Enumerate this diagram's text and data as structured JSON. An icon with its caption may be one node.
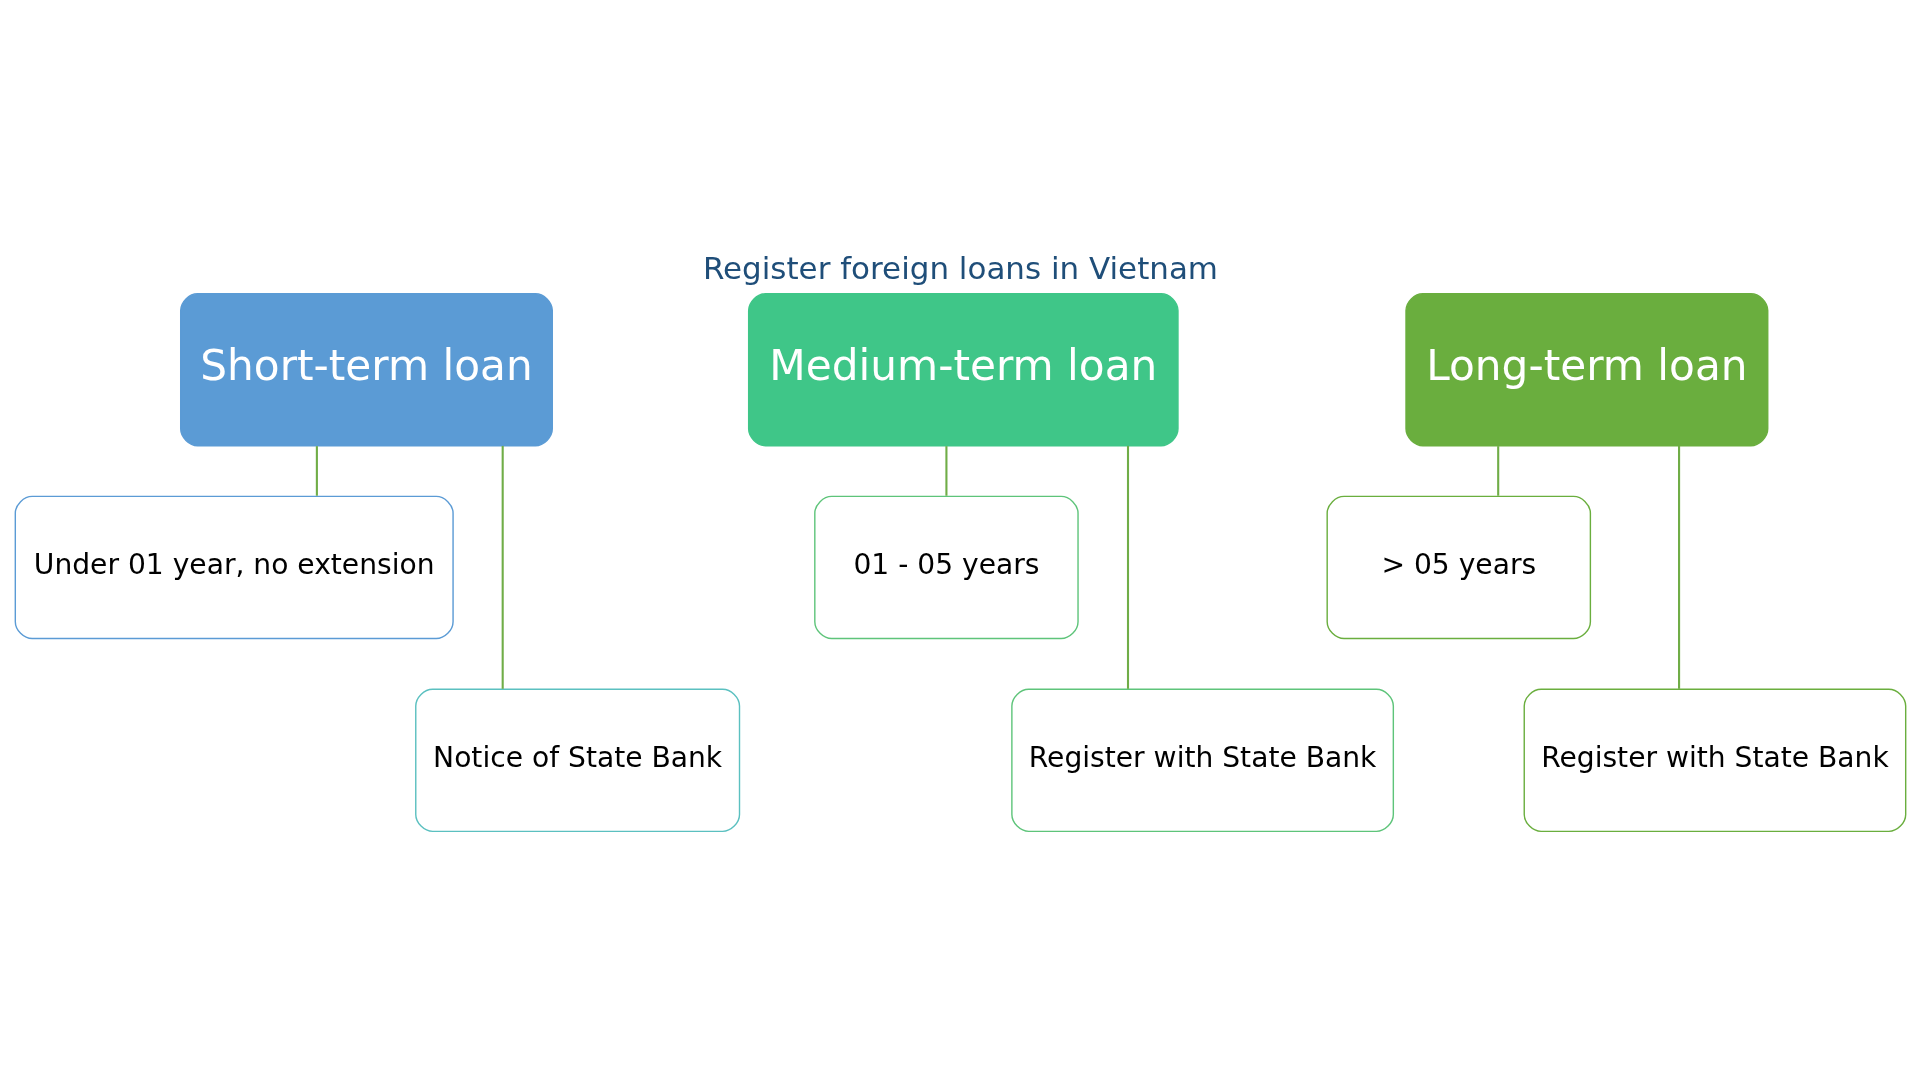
{
  "diagram": {
    "title": "Register foreign loans in Vietnam",
    "nodes": [
      {
        "text": [
          "Short-term loan"
        ]
      },
      {
        "text": [
          "Under 01 year, no extension"
        ]
      },
      {
        "text": [
          "Notice of State Bank"
        ]
      },
      {
        "text": [
          "Medium-term loan"
        ]
      },
      {
        "text": [
          "01 - 05 years"
        ]
      },
      {
        "text": [
          "Register with State Bank"
        ]
      },
      {
        "text": [
          "Long-term loan"
        ]
      },
      {
        "text": [
          "> 05 years"
        ]
      },
      {
        "text": [
          "Register with State Bank"
        ]
      }
    ],
    "edges": [
      {
        "from": 0,
        "to": 1,
        "arrow": "none"
      },
      {
        "from": 0,
        "to": 2,
        "arrow": "none"
      },
      {
        "from": 3,
        "to": 4,
        "arrow": "none"
      },
      {
        "from": 3,
        "to": 5,
        "arrow": "none"
      },
      {
        "from": 6,
        "to": 7,
        "arrow": "none"
      },
      {
        "from": 6,
        "to": 8,
        "arrow": "none"
      }
    ]
  }
}
